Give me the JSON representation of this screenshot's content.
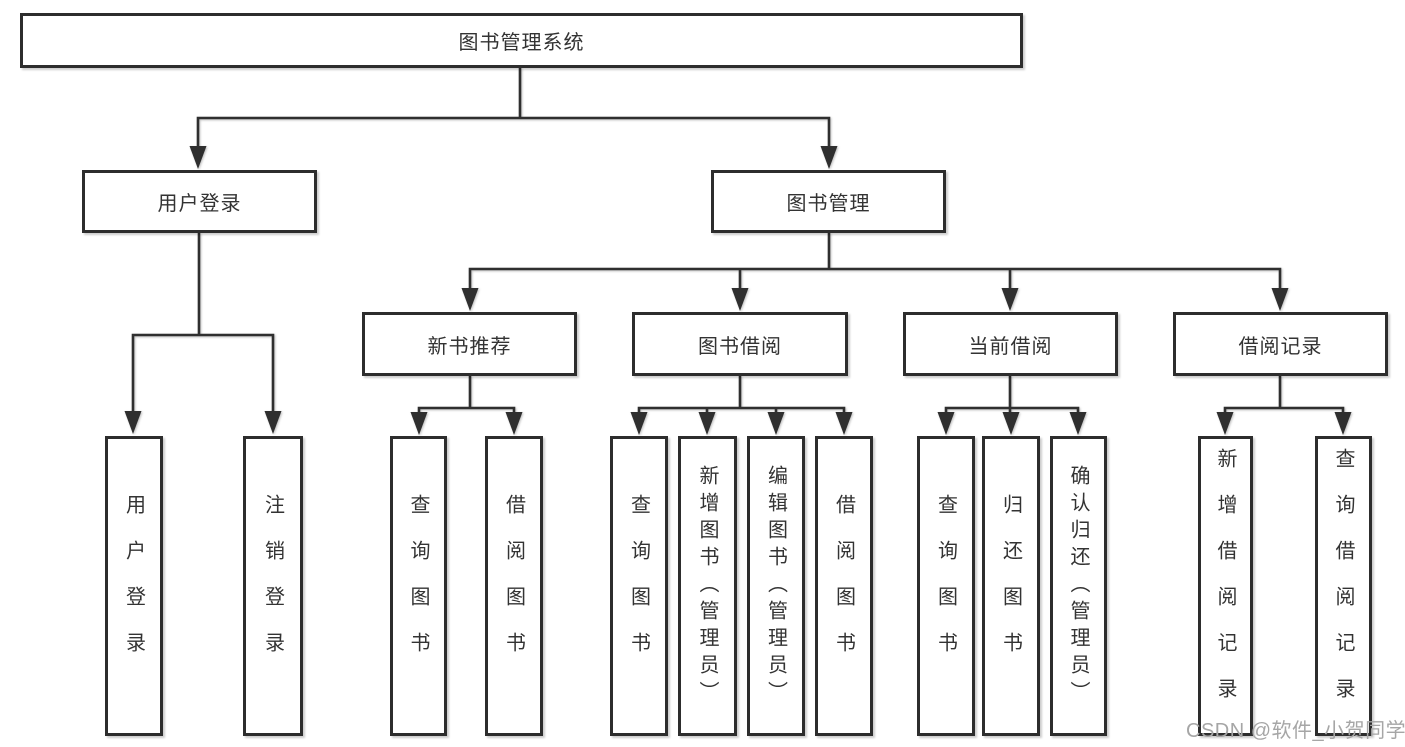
{
  "nodes": {
    "root": "图书管理系统",
    "user_login": "用户登录",
    "book_management": "图书管理",
    "new_book_recommend": "新书推荐",
    "book_borrowing": "图书借阅",
    "current_borrowing": "当前借阅",
    "borrowing_records": "借阅记录",
    "leaves": {
      "user_login": "用户登录",
      "logout": "注销登录",
      "recommend_query_books": "查询图书",
      "recommend_borrow_books": "借阅图书",
      "borrow_query_books": "查询图书",
      "borrow_add_books": "新增图书（管理员）",
      "borrow_edit_books": "编辑图书（管理员）",
      "borrow_borrow_books": "借阅图书",
      "current_query_books": "查询图书",
      "current_return_books": "归还图书",
      "current_confirm_return": "确认归还（管理员）",
      "records_add_record": "新增借阅记录",
      "records_query_record": "查询借阅记录"
    }
  },
  "watermark": "CSDN @软件_小贺同学",
  "colors": {
    "line": "#2f2f2f",
    "border": "#2d2d2d",
    "text": "#333333",
    "background": "#ffffff",
    "watermark": "#a6a6a6"
  }
}
